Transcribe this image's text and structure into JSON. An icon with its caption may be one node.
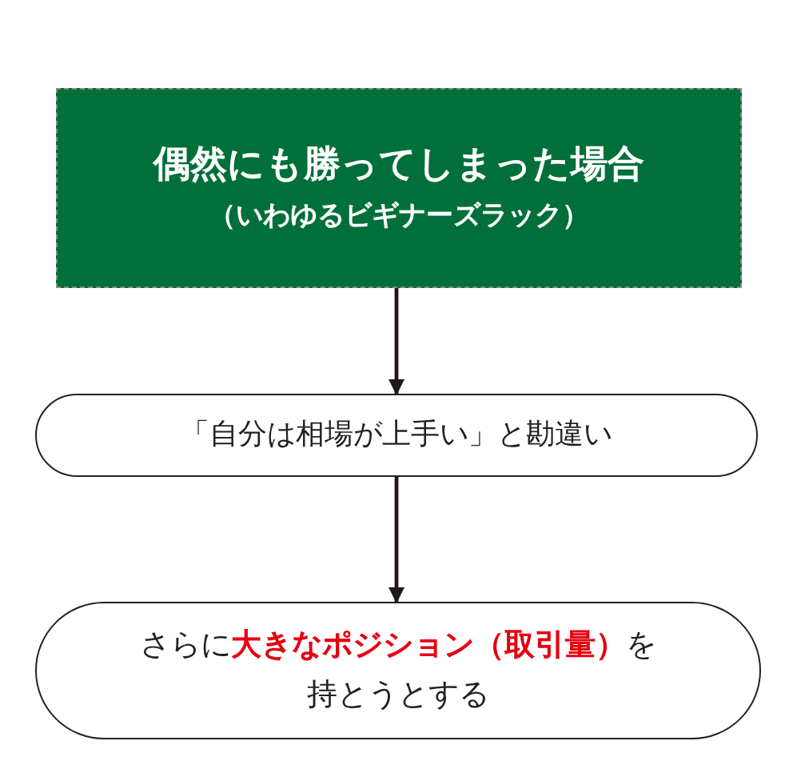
{
  "diagram": {
    "nodes": [
      {
        "text": [
          "偶然にも勝ってしまった場合",
          "（いわゆるビギナーズラック）"
        ]
      },
      {
        "text": [
          "「自分は相場が上手い」と勘違い"
        ]
      },
      {
        "text": [
          "さらに**大きなポジション（取引量）**を持とうとする"
        ]
      }
    ],
    "edges": [
      {
        "from": 0,
        "to": 1,
        "arrow": "to"
      },
      {
        "from": 1,
        "to": 2,
        "arrow": "to"
      }
    ]
  }
}
